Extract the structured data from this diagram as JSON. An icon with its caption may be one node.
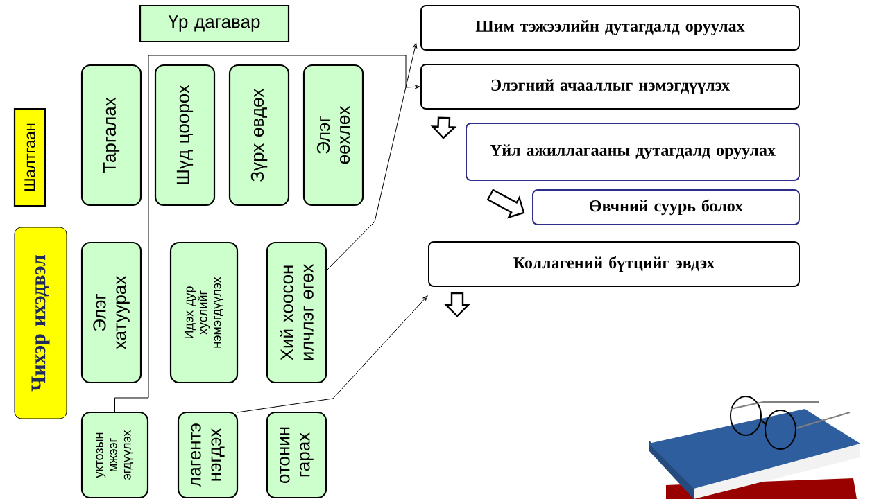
{
  "diagram": {
    "nodes": [
      {
        "text": [
          "Үр дагавар"
        ]
      },
      {
        "text": [
          "Шалтгаан"
        ]
      },
      {
        "text": [
          "Чихэр ихэдвэл"
        ]
      },
      {
        "text": [
          "Таргалах"
        ]
      },
      {
        "text": [
          "Шүд цоорох"
        ]
      },
      {
        "text": [
          "Зүрх өвдөх"
        ]
      },
      {
        "text": [
          "Элэг өөхлөх"
        ]
      },
      {
        "text": [
          "Элэг хатуурах"
        ]
      },
      {
        "text": [
          "Идэх дур хуслийг нэмэгдүүлэх"
        ]
      },
      {
        "text": [
          "Хий хоосон илчлэг өгөх"
        ]
      },
      {
        "text": [
          "уктозын мжээг эгдүүлэх"
        ]
      },
      {
        "text": [
          "лагентэ нэгдэх"
        ]
      },
      {
        "text": [
          "отонин гарах"
        ]
      },
      {
        "text": [
          "Шим тэжээлийн дутагдалд оруулах"
        ]
      },
      {
        "text": [
          "Элэгний ачааллыг нэмэгдүүлэх"
        ]
      },
      {
        "text": [
          "Үйл ажиллагааны дутагдалд оруулах"
        ]
      },
      {
        "text": [
          "Өвчний суурь болох"
        ]
      },
      {
        "text": [
          "Коллагений бүтцийг эвдэх"
        ]
      }
    ],
    "edges": [
      {
        "from": 10,
        "to": 14,
        "arrow": "to"
      },
      {
        "from": 9,
        "to": 13,
        "arrow": "to"
      },
      {
        "from": 11,
        "to": 17,
        "arrow": "to"
      },
      {
        "from": 14,
        "to": 15,
        "arrow": "to",
        "style": "thick"
      },
      {
        "from": 15,
        "to": 16,
        "arrow": "to",
        "style": "thick"
      },
      {
        "from": 17,
        "to": null,
        "arrow": "to",
        "style": "thick"
      }
    ]
  }
}
